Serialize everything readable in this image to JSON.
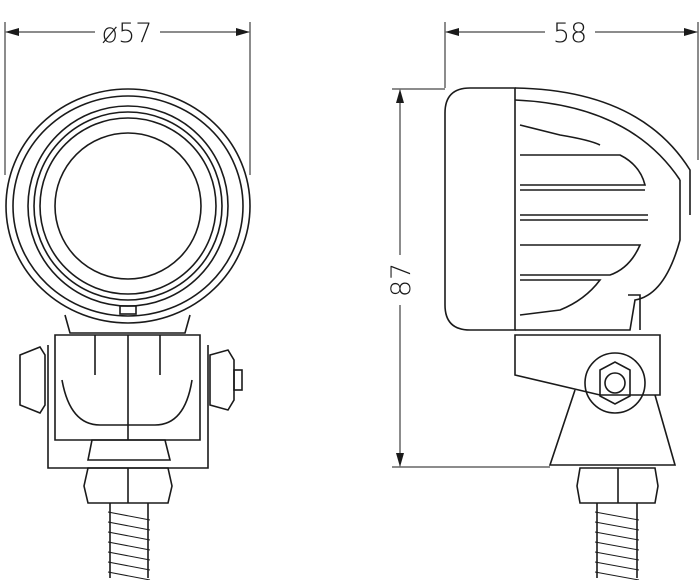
{
  "dimensions": {
    "front_diameter": "ø57",
    "side_depth": "58",
    "side_height": "87"
  },
  "colors": {
    "line": "#1a1a1a",
    "background": "#ffffff"
  }
}
